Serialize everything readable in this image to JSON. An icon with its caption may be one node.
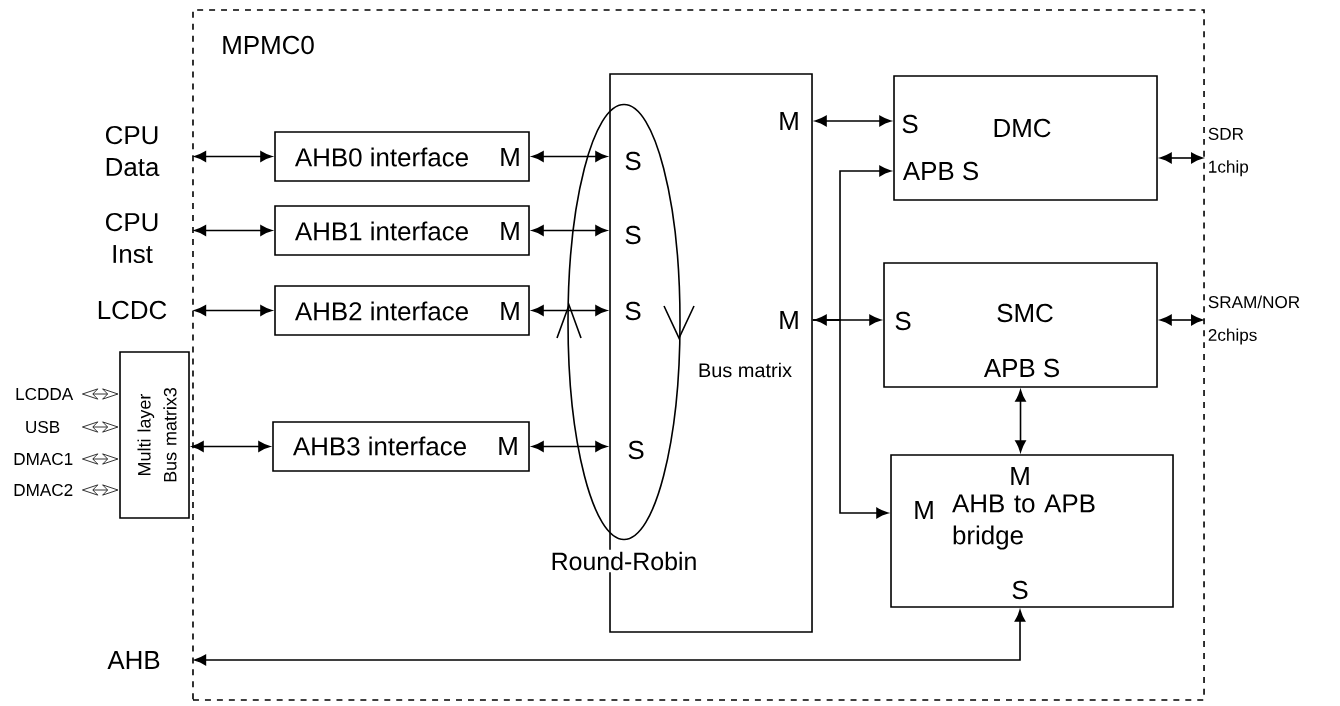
{
  "diagram": {
    "nodes": [
      {
        "text": [
          "MPMC0"
        ]
      },
      {
        "text": [
          "CPU Data"
        ]
      },
      {
        "text": [
          "AHB0 interface",
          "M"
        ],
        "in": 0
      },
      {
        "text": [
          "CPU Inst"
        ]
      },
      {
        "text": [
          "AHB1 interface",
          "M"
        ],
        "in": 0
      },
      {
        "text": [
          "LCDC"
        ]
      },
      {
        "text": [
          "AHB2 interface",
          "M"
        ],
        "in": 0
      },
      {
        "text": [
          "Multi layer Bus matrix3"
        ]
      },
      {
        "text": [
          "LCDDA"
        ]
      },
      {
        "text": [
          "USB"
        ]
      },
      {
        "text": [
          "DMAC1"
        ]
      },
      {
        "text": [
          "DMAC2"
        ]
      },
      {
        "text": [
          "AHB3 interface",
          "M"
        ],
        "in": 0
      },
      {
        "text": [
          "M",
          "S",
          "S",
          "S",
          "M",
          "Bus matrix",
          "S"
        ],
        "in": 0
      },
      {
        "text": [
          "Round-Robin"
        ],
        "in": 13
      },
      {
        "text": [
          "S",
          "DMC",
          "APB S"
        ],
        "in": 0
      },
      {
        "text": [
          "S",
          "SMC",
          "APB S"
        ],
        "in": 0
      },
      {
        "text": [
          "M",
          "M",
          "AHB to APB bridge",
          "S"
        ],
        "in": 0
      },
      {
        "text": [
          "SDR 1chip"
        ]
      },
      {
        "text": [
          "SRAM/NOR 2chips"
        ]
      },
      {
        "text": [
          "AHB"
        ]
      }
    ],
    "edges": [
      {
        "from": 1,
        "to": 2,
        "arrow": "both"
      },
      {
        "from": 2,
        "to": 13,
        "arrow": "both"
      },
      {
        "from": 3,
        "to": 4,
        "arrow": "both"
      },
      {
        "from": 4,
        "to": 13,
        "arrow": "both"
      },
      {
        "from": 5,
        "to": 6,
        "arrow": "both"
      },
      {
        "from": 6,
        "to": 13,
        "arrow": "both"
      },
      {
        "from": 8,
        "to": 7,
        "arrow": "both"
      },
      {
        "from": 9,
        "to": 7,
        "arrow": "both"
      },
      {
        "from": 10,
        "to": 7,
        "arrow": "both"
      },
      {
        "from": 11,
        "to": 7,
        "arrow": "both"
      },
      {
        "from": 7,
        "to": 12,
        "arrow": "both"
      },
      {
        "from": 12,
        "to": 13,
        "arrow": "both"
      },
      {
        "from": 13,
        "to": 15,
        "arrow": "both"
      },
      {
        "from": 13,
        "to": 16,
        "arrow": "both"
      },
      {
        "from": 15,
        "to": 18,
        "arrow": "both"
      },
      {
        "from": 16,
        "to": 19,
        "arrow": "both"
      },
      {
        "from": 16,
        "to": 17,
        "arrow": "both"
      },
      {
        "from": 13,
        "to": 15,
        "arrow": "to"
      },
      {
        "from": 13,
        "to": 17,
        "arrow": "to"
      },
      {
        "from": 20,
        "to": 17,
        "arrow": "both"
      }
    ]
  }
}
